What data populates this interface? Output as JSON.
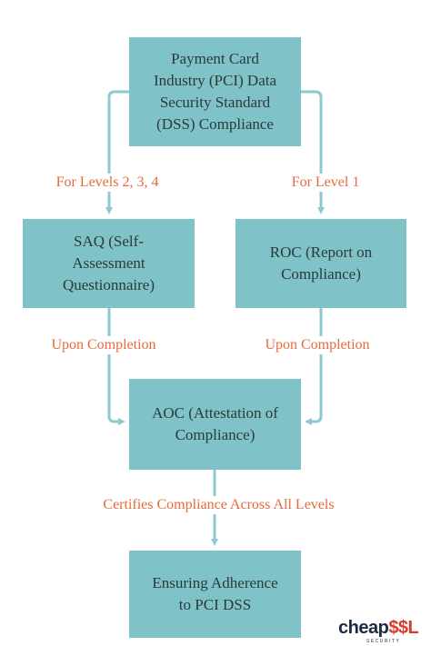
{
  "boxes": {
    "pci": "Payment Card\nIndustry (PCI) Data\nSecurity Standard\n(DSS) Compliance",
    "saq": "SAQ (Self-\nAssessment\nQuestionnaire)",
    "roc": "ROC (Report on\nCompliance)",
    "aoc": "AOC (Attestation of\nCompliance)",
    "ensure": "Ensuring Adherence\nto PCI DSS"
  },
  "labels": {
    "levels_234": "For Levels 2, 3, 4",
    "level_1": "For Level 1",
    "upon_left": "Upon Completion",
    "upon_right": "Upon Completion",
    "certifies": "Certifies Compliance Across All Levels"
  },
  "logo": {
    "word_part1": "cheap",
    "word_part2": "$$L",
    "tagline": "SECURITY"
  },
  "colors": {
    "box": "#7fc2c7",
    "connector": "#8ccacf",
    "label": "#e86a3a",
    "text": "#2b3a3b"
  }
}
